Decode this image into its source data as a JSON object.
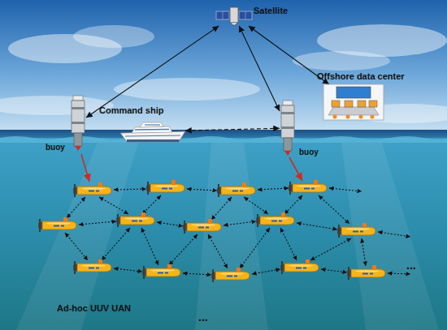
{
  "diagram": {
    "nodes": [
      {
        "text": [
          "Satellite"
        ]
      },
      {
        "text": [
          "Offshore data center"
        ]
      },
      {
        "text": [
          "Command ship"
        ]
      },
      {
        "text": [
          "buoy"
        ]
      },
      {
        "text": [
          "buoy"
        ]
      }
    ],
    "edges": [
      {
        "from": 0,
        "to": 3,
        "arrow": "both"
      },
      {
        "from": 0,
        "to": 4,
        "arrow": "both"
      },
      {
        "from": 0,
        "to": 1,
        "arrow": "both"
      },
      {
        "from": 2,
        "to": 4,
        "arrow": "both"
      }
    ],
    "labels": [
      "Ad-hoc UUV UAN",
      "...",
      "..."
    ]
  }
}
